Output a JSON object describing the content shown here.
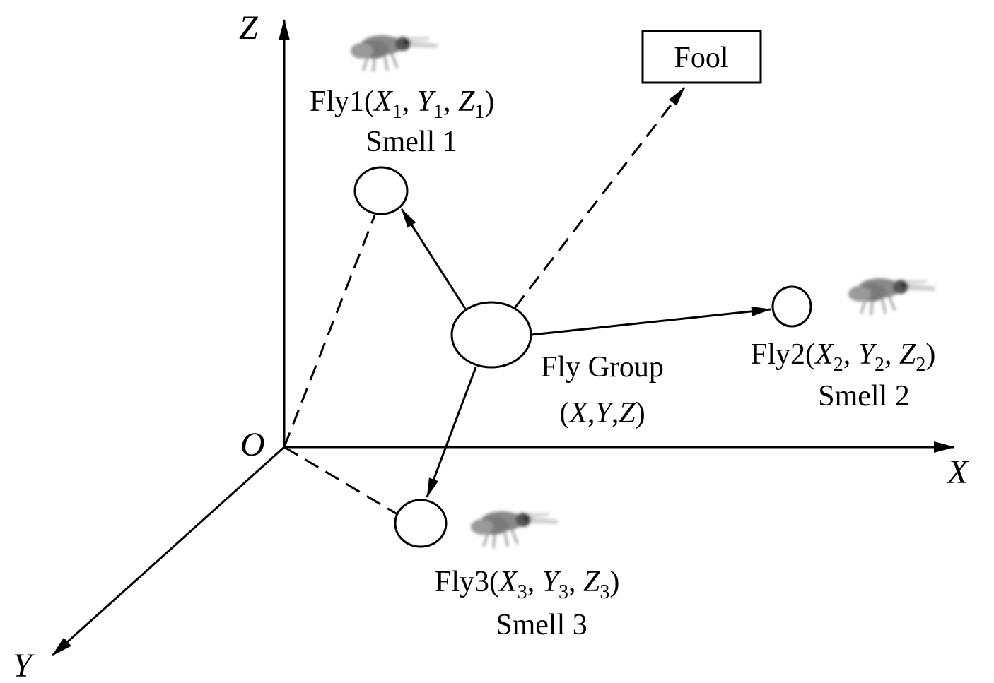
{
  "axes": {
    "z": "Z",
    "x": "X",
    "y": "Y",
    "origin": "O"
  },
  "food_box": {
    "label": "Fool"
  },
  "fly_group": {
    "name": "Fly Group",
    "coords": {
      "open": "(",
      "x": "X",
      "sep1": ",",
      "y": "Y",
      "sep2": ",",
      "z": "Z",
      "close": ")"
    }
  },
  "flies": [
    {
      "name": "Fly1",
      "x": "X",
      "x_sub": "1",
      "y": "Y",
      "y_sub": "1",
      "z": "Z",
      "z_sub": "1",
      "smell": "Smell 1"
    },
    {
      "name": "Fly2",
      "x": "X",
      "x_sub": "2",
      "y": "Y",
      "y_sub": "2",
      "z": "Z",
      "z_sub": "2",
      "smell": "Smell 2"
    },
    {
      "name": "Fly3",
      "x": "X",
      "x_sub": "3",
      "y": "Y",
      "y_sub": "3",
      "z": "Z",
      "z_sub": "3",
      "smell": "Smell 3"
    }
  ],
  "colors": {
    "ink": "#000000",
    "fly_body": "#6e6e6e",
    "fly_wing": "#c8c8c8"
  },
  "icons": [
    "fly-icon"
  ]
}
